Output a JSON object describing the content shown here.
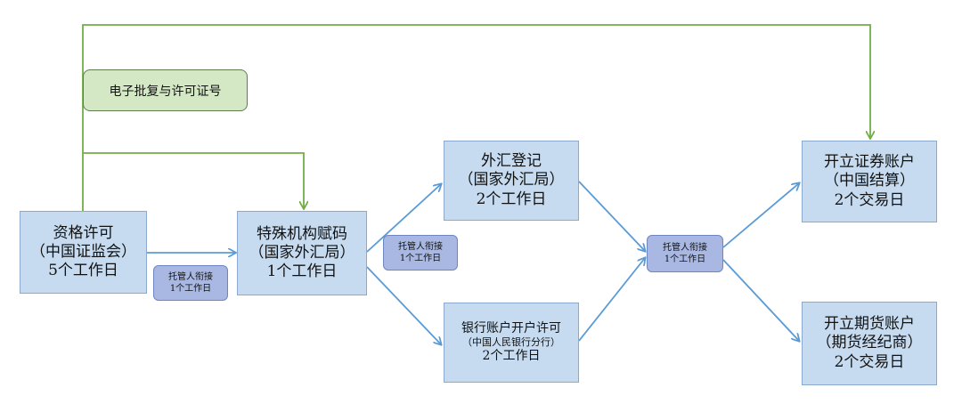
{
  "nodes": {
    "qualification": {
      "line1": "资格许可",
      "line2": "（中国证监会）",
      "line3": "5个工作日"
    },
    "coding": {
      "line1": "特殊机构赋码",
      "line2": "（国家外汇局）",
      "line3": "1个工作日"
    },
    "forex": {
      "line1": "外汇登记",
      "line2": "（国家外汇局）",
      "line3": "2个工作日"
    },
    "bank": {
      "line1": "银行账户开户许可",
      "line2": "（中国人民银行分行）",
      "line3": "2个工作日"
    },
    "securities": {
      "line1": "开立证券账户",
      "line2": "（中国结算）",
      "line3": "2个交易日"
    },
    "futures": {
      "line1": "开立期货账户",
      "line2": "（期货经纪商）",
      "line3": "2个交易日"
    }
  },
  "handoffs": [
    {
      "line1": "托管人衔接",
      "line2": "1个工作日"
    },
    {
      "line1": "托管人衔接",
      "line2": "1个工作日"
    },
    {
      "line1": "托管人衔接",
      "line2": "1个工作日"
    }
  ],
  "note": {
    "label": "电子批复与许可证号"
  },
  "colors": {
    "box_fill": "#c6dbef",
    "box_border": "#8aa9cc",
    "handoff_fill": "#a8b8e3",
    "note_fill": "#d4e8c6",
    "blue_arrow": "#5b9bd5",
    "green_arrow": "#70ad47"
  }
}
